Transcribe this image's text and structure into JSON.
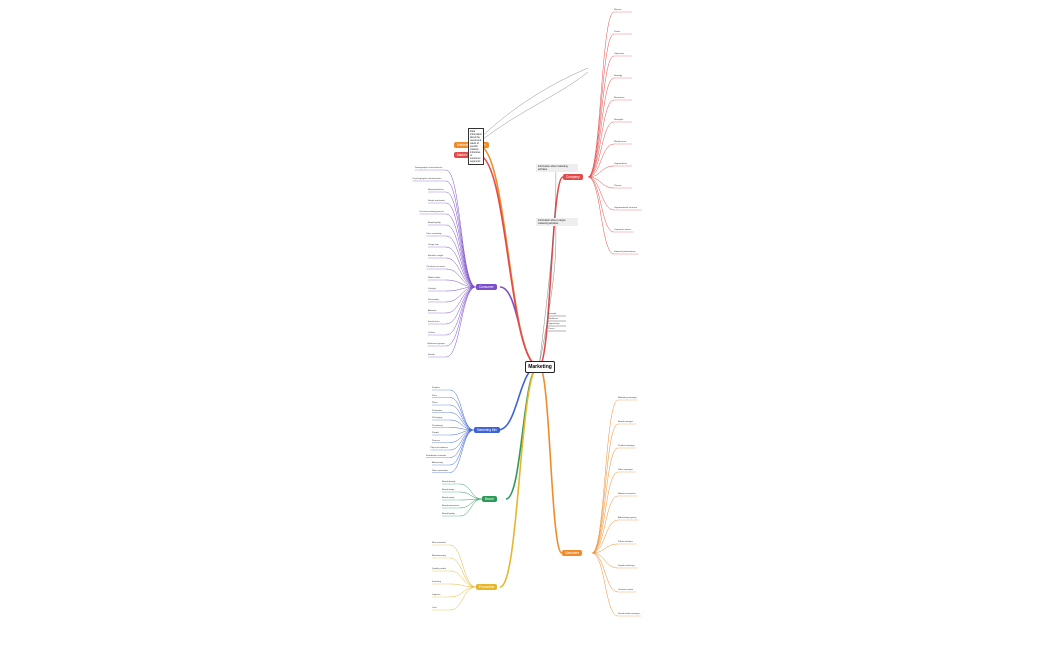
{
  "centre": {
    "label": "Marketing"
  },
  "colors": {
    "purple": "#7b4dc9",
    "red": "#e24b4b",
    "orange": "#f08b2a",
    "blue": "#3d63d6",
    "green": "#2e9a5a",
    "yellow": "#e6b62e",
    "black": "#222222"
  },
  "branches": [
    {
      "label": "Consumer",
      "color": "#7b4dc9"
    },
    {
      "label": "Marketing Mix",
      "color": "#3d63d6"
    },
    {
      "label": "Brand",
      "color": "#2e9a5a"
    },
    {
      "label": "Production",
      "color": "#e6b62e"
    },
    {
      "label": "Company",
      "color": "#e24b4b"
    },
    {
      "label": "Marketers",
      "color": "#f08b2a"
    },
    {
      "label": "Marketing Research",
      "color": "#f08b2a"
    },
    {
      "label": "Market Segment",
      "color": "#e24b4b"
    }
  ],
  "notes": [
    "Information about marketing activities",
    "Information about a target marketing activities"
  ],
  "research_box": "Data information about the needs and wants of specific markets, industries, or consumer segments",
  "consumer_leaves": [
    "Demographic characteristics",
    "Psychographic characteristics",
    "Buying behavior",
    "Needs and wants",
    "Decision-making process",
    "Brand loyalty",
    "Price sensitivity",
    "Usage rate",
    "Benefits sought",
    "Purchase occasion",
    "Media habits",
    "Lifestyle",
    "Personality",
    "Attitudes",
    "Social class",
    "Culture",
    "Reference groups",
    "Family"
  ],
  "mix_leaves": [
    "Product",
    "Price",
    "Place",
    "Promotion",
    "Packaging",
    "Positioning",
    "People",
    "Process",
    "Physical evidence",
    "Distribution channels",
    "Advertising",
    "Sales promotion"
  ],
  "brand_leaves": [
    "Brand identity",
    "Brand image",
    "Brand equity",
    "Brand awareness",
    "Brand loyalty"
  ],
  "production_leaves": [
    "Raw materials",
    "Manufacturing",
    "Quality control",
    "Inventory",
    "Logistics",
    "Cost"
  ],
  "company_leaves": [
    "Mission",
    "Vision",
    "Objectives",
    "Strategy",
    "Resources",
    "Strengths",
    "Weaknesses",
    "Opportunities",
    "Threats",
    "Organizational structure",
    "Corporate culture",
    "Financial performance"
  ],
  "marketers_leaves": [
    "Marketing manager",
    "Brand manager",
    "Product manager",
    "Sales manager",
    "Market researcher",
    "Advertising agency",
    "Public relations",
    "Digital marketing",
    "Content creator",
    "Social media manager"
  ],
  "legend_items": [
    "Strength",
    "Weakness",
    "Opportunity",
    "Threat"
  ]
}
